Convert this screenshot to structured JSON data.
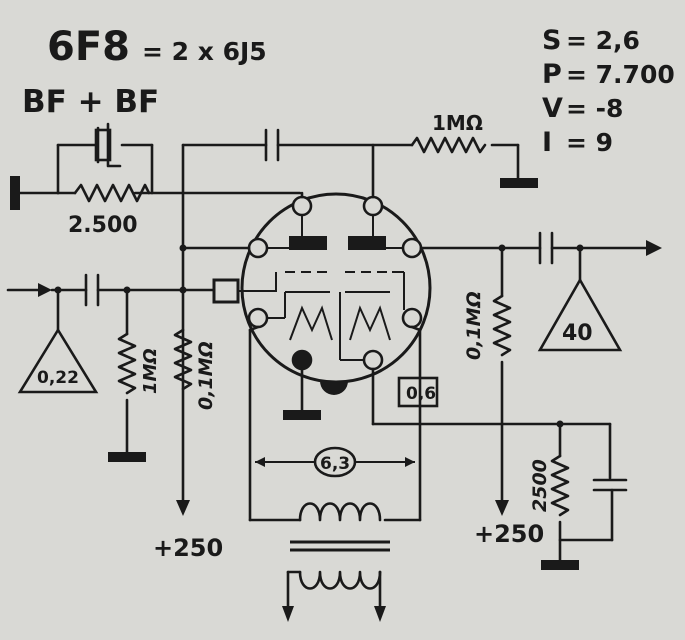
{
  "title": {
    "tube": "6F8",
    "equals": "= 2 x 6J5",
    "mode": "BF + BF"
  },
  "specs": [
    {
      "symbol": "S",
      "value": "= 2,6"
    },
    {
      "symbol": "P",
      "value": "= 7.700"
    },
    {
      "symbol": "V",
      "value": "= -8"
    },
    {
      "symbol": "I",
      "value": "= 9"
    }
  ],
  "components": {
    "r_top_right": "1MΩ",
    "r_feedback": "2.500",
    "r_grid_input": "1MΩ",
    "r_grid_bias": "0,1MΩ",
    "r_plate": "0,1MΩ",
    "r_cathode": "2500"
  },
  "amplifiers": {
    "input_gain": "0,22",
    "output_gain": "40"
  },
  "heater": {
    "voltage": "6,3",
    "current": "0,6"
  },
  "supply": {
    "left": "+250",
    "right": "+250"
  },
  "colors": {
    "ink": "#1a1a1a",
    "paper": "#d9d9d5"
  }
}
